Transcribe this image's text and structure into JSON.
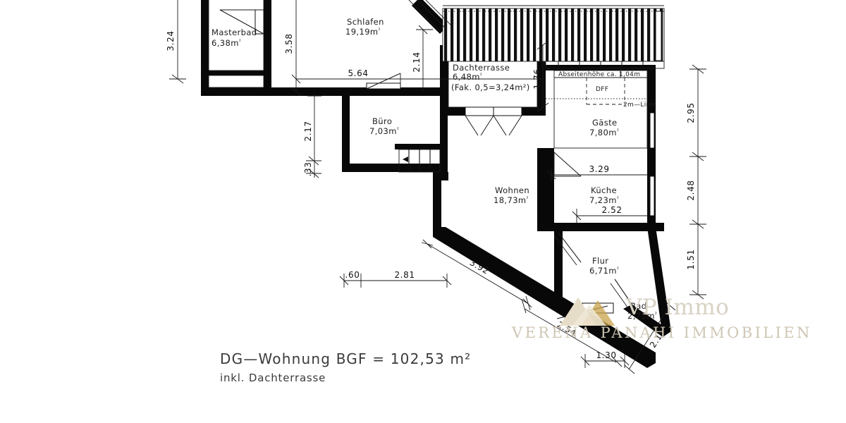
{
  "document": {
    "type": "architectural-floor-plan",
    "title_line1": "DG—Wohnung  BGF  =  102,53  m²",
    "title_line2": "inkl. Dachterrasse"
  },
  "rooms": [
    {
      "id": "masterbad",
      "name": "Masterbad",
      "area": "6,38m",
      "unit": "²"
    },
    {
      "id": "schlafen",
      "name": "Schlafen",
      "area": "19,19m",
      "unit": "²"
    },
    {
      "id": "buero",
      "name": "Büro",
      "area": "7,03m",
      "unit": "²"
    },
    {
      "id": "dachterrasse",
      "name": "Dachterrasse",
      "area": "6,48m",
      "unit": "²"
    },
    {
      "id": "gaeste",
      "name": "Gäste",
      "area": "7,80m",
      "unit": "²"
    },
    {
      "id": "wohnen",
      "name": "Wohnen",
      "area": "18,73m",
      "unit": "²"
    },
    {
      "id": "kueche",
      "name": "Küche",
      "area": "7,23m",
      "unit": "²"
    },
    {
      "id": "flur",
      "name": "Flur",
      "area": "6,71m",
      "unit": "²"
    },
    {
      "id": "bad",
      "name": "Bad",
      "area": "2,75m",
      "unit": "²"
    }
  ],
  "annotations": {
    "dachterrasse_factor": "(Fak. 0,5=3,24m²)",
    "abseitenhoehe": "Abseitenhöhe ca. 1,04m",
    "dff": "DFF",
    "zweimeterlinie": "2m—Linie"
  },
  "dimensions": {
    "left_vertical_324": "3.24",
    "left_vertical_358": "3.58",
    "top_horizontal_564": "5.64",
    "right_of_schlafen_214": "2.14",
    "terrace_176": "1.76",
    "buero_217": "2.17",
    "buero_33": ".33",
    "kueche_329": "3.29",
    "kueche_252": "2.52",
    "right_295": "2.95",
    "right_248": "2.48",
    "right_151": "1.51",
    "bottom_60": ".60",
    "bottom_281": "2.81",
    "diag_392": "3.92",
    "diag_254": "2.54",
    "bottom_130": "1.30",
    "diag_216": "2.16"
  },
  "watermark": {
    "brand": "VP Immo",
    "company": "VERENA PANAHI IMMOBILIEN",
    "color": "#d8d2c4"
  },
  "colors": {
    "wall": "#080808",
    "line": "#1a1a1a",
    "text": "#1d1d1d",
    "title": "#3b3b3b",
    "background": "#ffffff"
  }
}
